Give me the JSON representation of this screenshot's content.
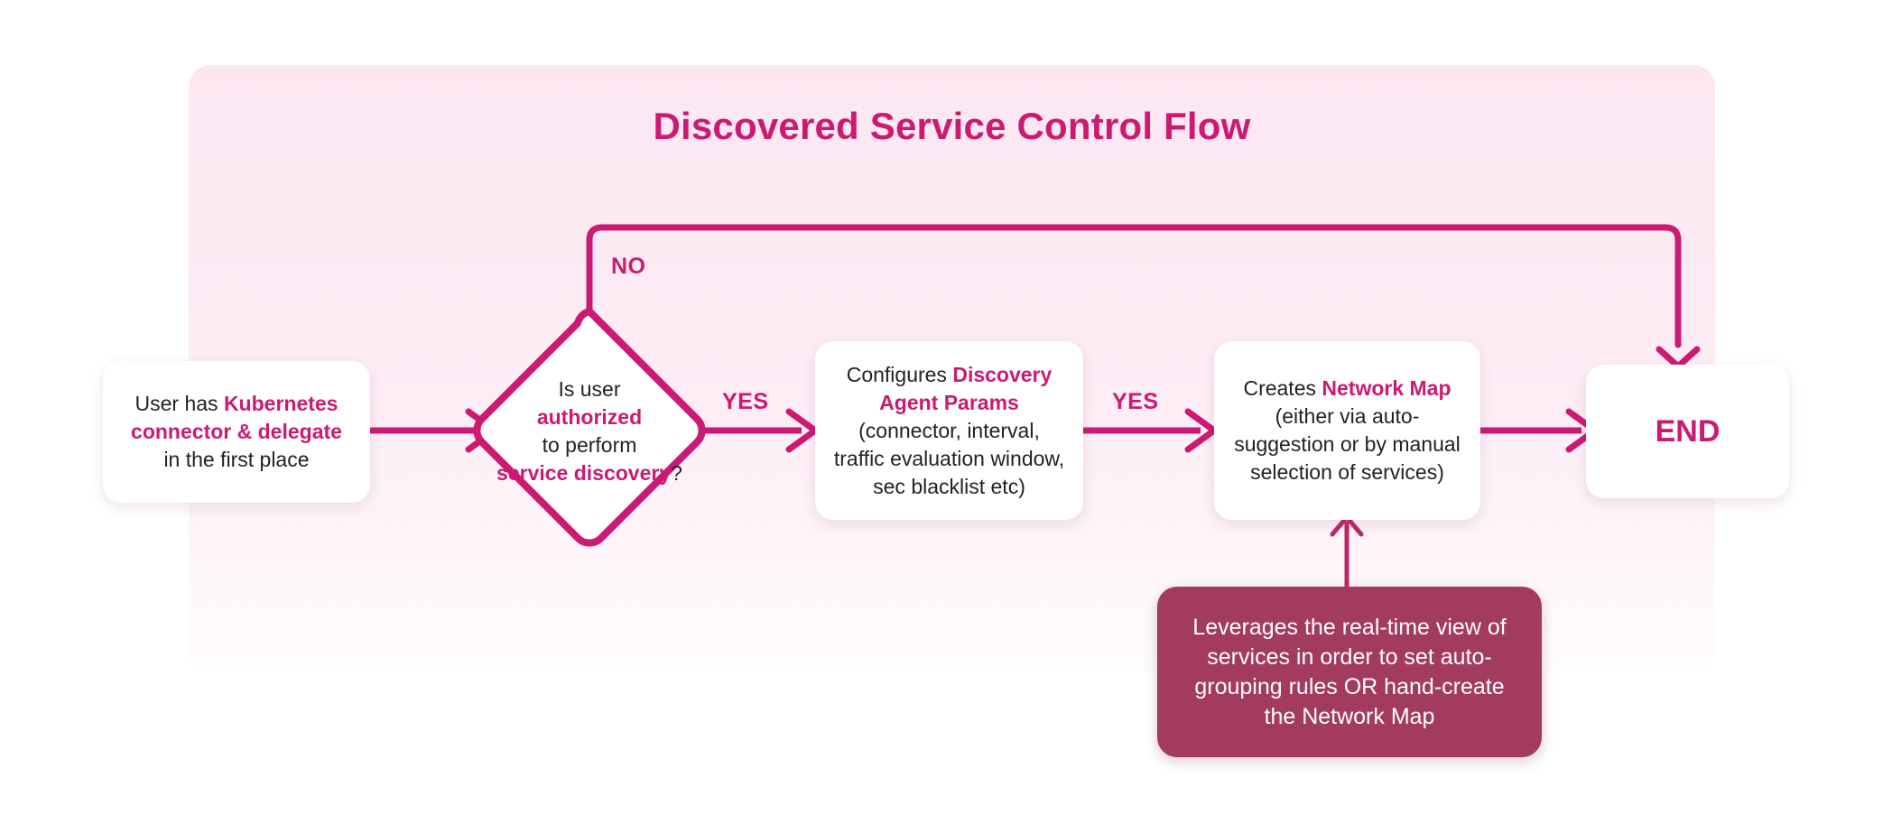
{
  "diagram": {
    "title": "Discovered Service Control Flow",
    "panel_color": "#FDEAF3",
    "accent_color": "#CC1A72",
    "note_color": "#A23A5C",
    "node_fill": "#FFFFFF",
    "text_color": "#222222"
  },
  "nodes": {
    "start": {
      "id": "start-node",
      "shape": "rounded-rect",
      "lines": [
        [
          {
            "t": "User has ",
            "hl": false
          },
          {
            "t": "Kubernetes",
            "hl": true
          }
        ],
        [
          {
            "t": "connector & delegate",
            "hl": true
          }
        ],
        [
          {
            "t": "in the first place",
            "hl": false
          }
        ]
      ],
      "plain_text": "User has Kubernetes connector & delegate in the first place"
    },
    "decision": {
      "id": "decision-node",
      "shape": "diamond",
      "lines": [
        [
          {
            "t": "Is user",
            "hl": false
          }
        ],
        [
          {
            "t": "authorized",
            "hl": true
          }
        ],
        [
          {
            "t": "to perform",
            "hl": false
          }
        ],
        [
          {
            "t": "service discovery",
            "hl": true
          },
          {
            "t": "?",
            "hl": false
          }
        ]
      ],
      "plain_text": "Is user authorized to perform service discovery?"
    },
    "configure": {
      "id": "configure-node",
      "shape": "rounded-rect",
      "lines": [
        [
          {
            "t": "Configures ",
            "hl": false
          },
          {
            "t": "Discovery",
            "hl": true
          }
        ],
        [
          {
            "t": "Agent Params",
            "hl": true
          }
        ],
        [
          {
            "t": "(connector, interval,",
            "hl": false
          }
        ],
        [
          {
            "t": "traffic evaluation window,",
            "hl": false
          }
        ],
        [
          {
            "t": "sec blacklist etc)",
            "hl": false
          }
        ]
      ],
      "plain_text": "Configures Discovery Agent Params (connector, interval, traffic evaluation window, sec blacklist etc)"
    },
    "network_map": {
      "id": "network-map-node",
      "shape": "rounded-rect",
      "lines": [
        [
          {
            "t": "Creates ",
            "hl": false
          },
          {
            "t": "Network Map",
            "hl": true
          }
        ],
        [
          {
            "t": "(either via auto-",
            "hl": false
          }
        ],
        [
          {
            "t": "suggestion or by manual",
            "hl": false
          }
        ],
        [
          {
            "t": "selection of services)",
            "hl": false
          }
        ]
      ],
      "plain_text": "Creates Network Map (either via auto-suggestion or by manual selection of services)"
    },
    "end": {
      "id": "end-node",
      "shape": "rounded-rect",
      "label": "END"
    },
    "note": {
      "id": "note-callout",
      "shape": "rounded-rect-filled",
      "lines": [
        "Leverages the real-time view of",
        "services in order to set auto-",
        "grouping rules OR hand-create",
        "the Network Map"
      ],
      "plain_text": "Leverages the real-time view of services in order to set auto-grouping rules OR hand-create the Network Map"
    }
  },
  "edges": [
    {
      "id": "edge-start-to-decision",
      "label": "",
      "from": "start",
      "to": "decision"
    },
    {
      "id": "edge-decision-no",
      "label": "NO",
      "from": "decision",
      "to": "end"
    },
    {
      "id": "edge-decision-yes",
      "label": "YES",
      "from": "decision",
      "to": "configure"
    },
    {
      "id": "edge-configure-to-map",
      "label": "YES",
      "from": "configure",
      "to": "network_map"
    },
    {
      "id": "edge-map-to-end",
      "label": "",
      "from": "network_map",
      "to": "end"
    },
    {
      "id": "edge-note-to-map",
      "label": "",
      "from": "note",
      "to": "network_map"
    }
  ],
  "edge_labels": {
    "no": "NO",
    "yes_1": "YES",
    "yes_2": "YES"
  }
}
